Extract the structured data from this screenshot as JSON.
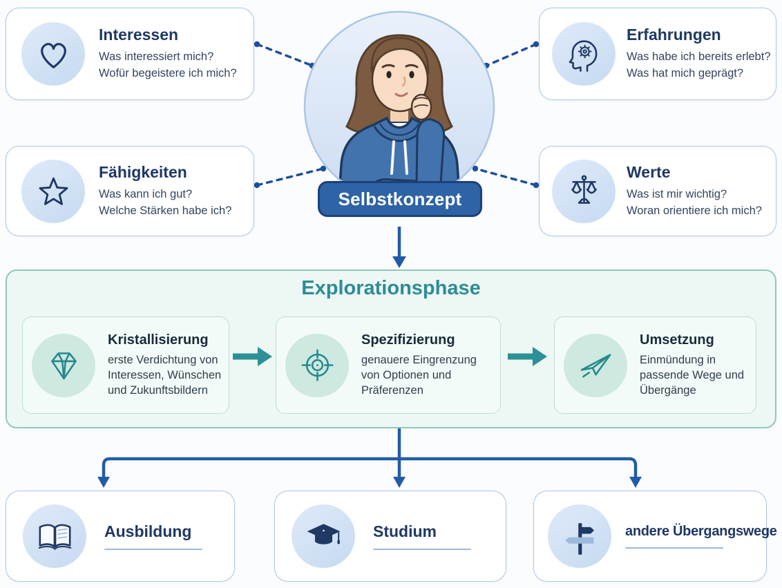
{
  "center": {
    "label": "Selbstkonzept"
  },
  "facets": [
    {
      "id": "interessen",
      "icon": "heart-icon",
      "title": "Interessen",
      "lines": [
        "Was interessiert mich?",
        "Wofür begeistere ich mich?"
      ]
    },
    {
      "id": "erfahrungen",
      "icon": "head-gear-icon",
      "title": "Erfahrungen",
      "lines": [
        "Was habe ich bereits erlebt?",
        "Was hat mich geprägt?"
      ]
    },
    {
      "id": "faehigkeiten",
      "icon": "star-icon",
      "title": "Fähigkeiten",
      "lines": [
        "Was kann ich gut?",
        "Welche Stärken habe ich?"
      ]
    },
    {
      "id": "werte",
      "icon": "scale-icon",
      "title": "Werte",
      "lines": [
        "Was ist mir wichtig?",
        "Woran orientiere ich mich?"
      ]
    }
  ],
  "exploration": {
    "title": "Explorationsphase",
    "phases": [
      {
        "icon": "diamond-icon",
        "title": "Kristallisierung",
        "description": "erste Verdichtung von Interessen, Wünschen und Zukunftsbildern"
      },
      {
        "icon": "target-icon",
        "title": "Spezifizierung",
        "description": "genauere Eingrenzung von Optionen und Präferenzen"
      },
      {
        "icon": "paper-plane-icon",
        "title": "Umsetzung",
        "description": "Einmündung in passende Wege und Übergänge"
      }
    ]
  },
  "pathways": [
    {
      "icon": "book-icon",
      "title": "Ausbildung"
    },
    {
      "icon": "graduation-cap-icon",
      "title": "Studium"
    },
    {
      "icon": "signpost-icon",
      "title": "andere Übergangswege"
    }
  ],
  "colors": {
    "navy_text": "#1f3864",
    "body_text": "#33445f",
    "card_border_blue": "#a9c6e6",
    "icon_circle_blue": "#cfe1f4",
    "badge_blue": "#2e63a5",
    "badge_border": "#1c4178",
    "arrow_blue": "#215ca7",
    "dotted_blue": "#1e4f9e",
    "teal_title": "#2d8c96",
    "teal_icon": "#27888c",
    "teal_arrow": "#2e9097",
    "exploration_bg": "#edf7f4",
    "exploration_border": "#90c7bc",
    "phase_card_bg": "#f3fbf8",
    "phase_card_border": "#b9ded3",
    "phase_icon_circle": "#cde9e0",
    "underline_blue": "#9cb8dc"
  }
}
